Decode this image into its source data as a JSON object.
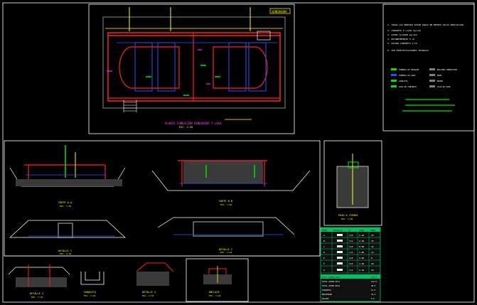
{
  "app": {
    "title": "CAD drawing viewer"
  },
  "colors": {
    "background": "#000000",
    "frame": "#ffffff",
    "wall_red": "#ff2020",
    "pipe_blue": "#3050ff",
    "label_yellow": "#ffff00",
    "pipe_green": "#00e000",
    "magenta": "#ff40ff",
    "cyan": "#00e0e0",
    "table_green": "#00c060"
  },
  "plan": {
    "title": "PLANTA FUNDACION GENERADOR Y LOSA",
    "scale": "ESC. 1:50",
    "top_tag": "GENERADOR"
  },
  "notes": {
    "lines": [
      "1. TODAS LAS MEDIDAS ESTAN DADAS EN METROS SALVO INDICACION",
      "2. CONCRETO f'c=210 kg/cm2",
      "3. ACERO fy=4200 kg/cm2",
      "4. RECUBRIMIENTO 5 cm",
      "5. SOLADO CONCRETO 1:10",
      "6. VER ESPECIFICACIONES TECNICAS"
    ],
    "legend": [
      "TUBERIA DE DESAGUE",
      "TUBERIA DE AGUA",
      "CANALETA",
      "LOSA DE CONCRETO",
      "RELLENO COMPACTADO",
      "MURO",
      "BUZON",
      "CAJA DE PASE"
    ]
  },
  "sections": {
    "aa": {
      "title": "CORTE A-A",
      "scale": "ESC. 1:25"
    },
    "bb": {
      "title": "CORTE B-B",
      "scale": "ESC. 1:25"
    },
    "det1": {
      "title": "DETALLE 1",
      "scale": "ESC. 1:25"
    },
    "det2": {
      "title": "DETALLE 2",
      "scale": "ESC. 1:25"
    },
    "det3": {
      "title": "DETALLE 3",
      "scale": "ESC. 1:10"
    },
    "canal": {
      "title": "CANALETA",
      "scale": "ESC. 1:10"
    },
    "det4": {
      "title": "DETALLE 4",
      "scale": "ESC. 1:10"
    },
    "anclaje": {
      "title": "ANCLAJE",
      "scale": "ESC. 1:10"
    },
    "pozo": {
      "title": "POZO A TIERRA",
      "scale": "ESC. 1:20"
    }
  },
  "table": {
    "headers": [
      "ELEM",
      "DETALLE",
      "Ø",
      "LONG",
      "CANT"
    ],
    "rows": [
      [
        "A",
        "",
        "3/8",
        "1.20",
        "24"
      ],
      [
        "B",
        "",
        "1/2",
        "2.40",
        "16"
      ],
      [
        "C",
        "",
        "3/8",
        "0.90",
        "32"
      ],
      [
        "D",
        "",
        "1/2",
        "1.80",
        "12"
      ],
      [
        "E",
        "",
        "5/8",
        "3.00",
        "8"
      ],
      [
        "F",
        "",
        "3/8",
        "1.50",
        "20"
      ],
      [
        "G",
        "",
        "1/2",
        "2.10",
        "10"
      ]
    ],
    "summary": [
      [
        "TOTAL ACERO Ø3/8",
        "215.4"
      ],
      [
        "TOTAL ACERO Ø1/2",
        "142.8"
      ],
      [
        "TOTAL ACERO Ø5/8",
        "48.0"
      ],
      [
        "CONCRETO",
        "12.5"
      ],
      [
        "ENCOFRADO",
        "34.2"
      ],
      [
        "SOLADO",
        "6.8"
      ]
    ]
  }
}
